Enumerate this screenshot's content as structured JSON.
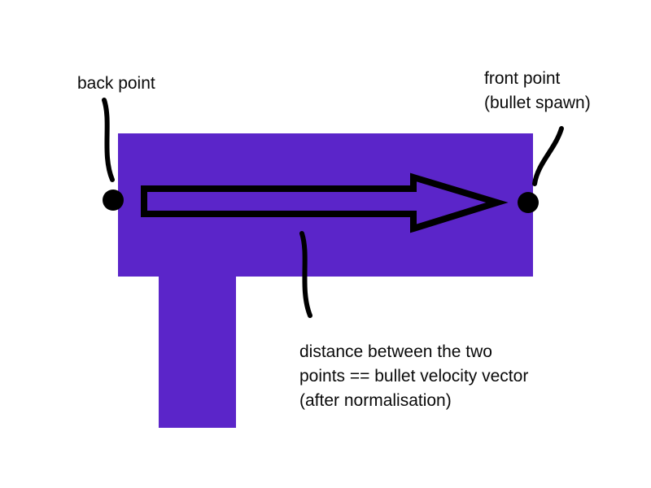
{
  "diagram": {
    "background_color": "#ffffff",
    "shape_color": "#5b25c9",
    "annotation_color": "#000000",
    "icons": {
      "velocity_arrow": "right-arrow-outline",
      "back_dot": "filled-circle",
      "front_dot": "filled-circle",
      "connectors": "hand-drawn-curved-line"
    }
  },
  "labels": {
    "back_point": "back point",
    "front_point": [
      "front point",
      "(bullet spawn)"
    ],
    "distance_caption": [
      "distance between the two",
      "points == bullet velocity vector",
      "(after normalisation)"
    ]
  }
}
